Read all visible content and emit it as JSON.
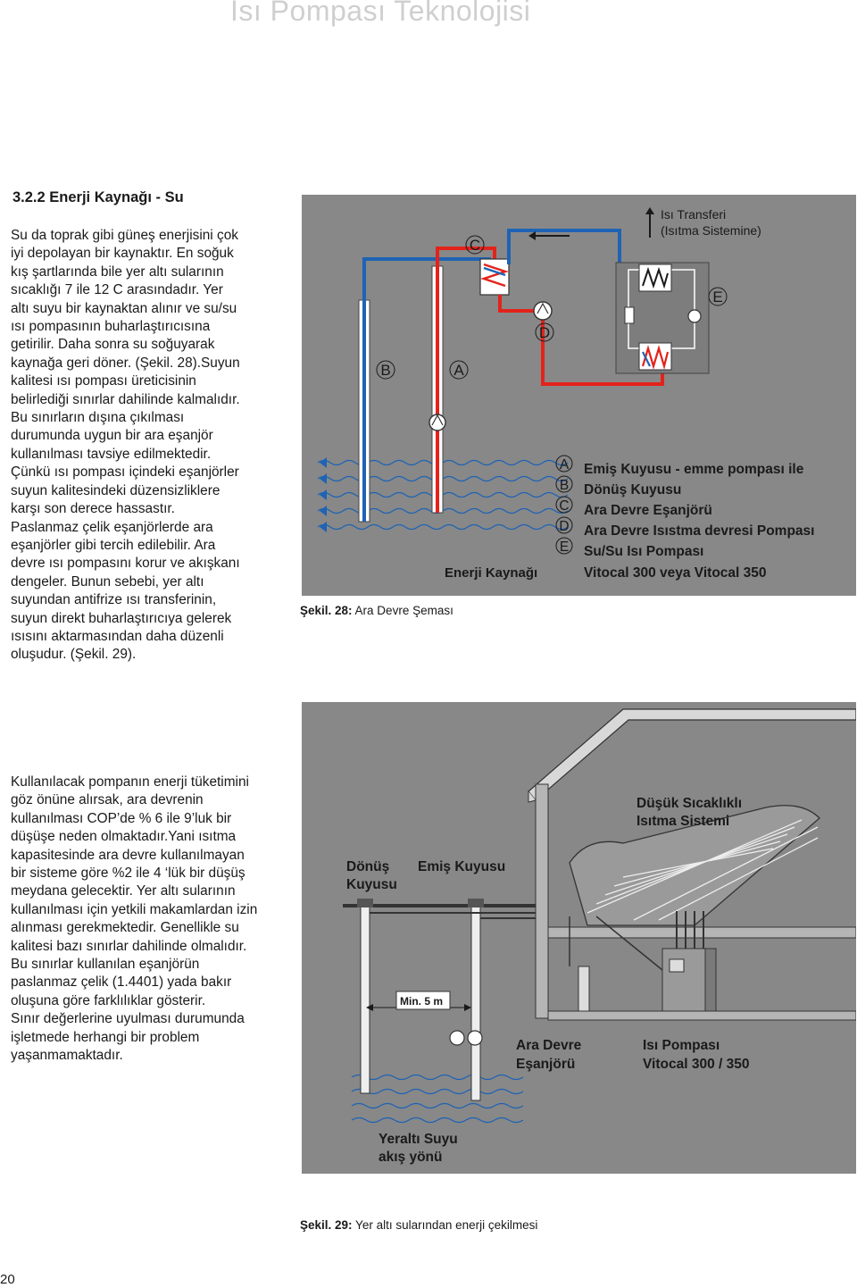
{
  "header": {
    "title": "Isı Pompası Teknolojisi"
  },
  "section": {
    "title": "3.2.2  Enerji Kaynağı - Su"
  },
  "para1": [
    "Su da toprak gibi güneş enerjisini çok",
    "iyi depolayan bir kaynaktır. En soğuk",
    "kış şartlarında bile yer altı sularının",
    "sıcaklığı  7 ile 12 C arasındadır. Yer",
    "altı suyu bir kaynaktan alınır  ve su/su",
    "ısı pompasının buharlaştırıcısına",
    "getirilir. Daha sonra su soğuyarak",
    "kaynağa geri döner. (Şekil. 28).Suyun",
    "kalitesi ısı pompası üreticisinin",
    "belirlediği sınırlar dahilinde kalmalıdır.",
    "Bu sınırların dışına çıkılması",
    "durumunda uygun bir ara eşanjör",
    "kullanılması tavsiye edilmektedir.",
    "Çünkü ısı pompası içindeki eşanjörler",
    "suyun kalitesindeki düzensizliklere",
    "karşı son derece hassastır.",
    "Paslanmaz çelik eşanjörlerde ara",
    "eşanjörler gibi tercih edilebilir. Ara",
    "devre ısı pompasını korur ve akışkanı",
    "dengeler. Bunun sebebi, yer altı",
    "suyundan antifrize ısı transferinin,",
    "suyun direkt buharlaştırıcıya gelerek",
    "ısısını aktarmasından daha düzenli",
    "oluşudur. (Şekil. 29)."
  ],
  "para2": [
    "Kullanılacak pompanın enerji tüketimini",
    "göz önüne alırsak, ara devrenin",
    "kullanılması COP’de % 6 ile  9’luk bir",
    "düşüşe neden olmaktadır.Yani ısıtma",
    "kapasitesinde ara devre kullanılmayan",
    "bir sisteme göre %2 ile 4 ‘lük bir düşüş",
    "meydana gelecektir. Yer altı sularının",
    "kullanılması için yetkili makamlardan izin",
    "alınması gerekmektedir. Genellikle su",
    "kalitesi bazı sınırlar dahilinde olmalıdır.",
    "Bu sınırlar kullanılan eşanjörün",
    "paslanmaz çelik (1.4401)  yada bakır",
    "oluşuna göre farklılıklar gösterir.",
    "Sınır değerlerine uyulması durumunda",
    "işletmede herhangi bir problem",
    "yaşanmamaktadır."
  ],
  "fig28": {
    "caption_label": "Şekil. 28:",
    "caption_text": " Ara Devre Şeması",
    "heat_transfer_1": "Isı Transferi",
    "heat_transfer_2": "(Isıtma Sistemine)",
    "letter_a": "A",
    "letter_b": "B",
    "letter_c": "C",
    "letter_d": "D",
    "letter_e": "E",
    "energy_source": "Enerji Kaynağı",
    "legend": [
      {
        "key": "A",
        "text": "Emiş Kuyusu - emme pompası ile"
      },
      {
        "key": "B",
        "text": "Dönüş Kuyusu"
      },
      {
        "key": "C",
        "text": "Ara Devre Eşanjörü"
      },
      {
        "key": "D",
        "text": "Ara Devre Isıstma devresi Pompası"
      },
      {
        "key": "E",
        "text": "Su/Su Isı Pompası"
      },
      {
        "key": "",
        "text": "Vitocal 300 veya Vitocal 350"
      }
    ]
  },
  "fig29": {
    "caption_label": "Şekil. 29:",
    "caption_text": " Yer altı sularından enerji çekilmesi",
    "low_temp_1": "Düşük Sıcaklıklı",
    "low_temp_2": "Isıtma Sistemi",
    "return_well_1": "Dönüş",
    "return_well_2": "Kuyusu",
    "suction_well": "Emiş Kuyusu",
    "min_distance": "Min. 5 m",
    "intermediate_1": "Ara Devre",
    "intermediate_2": "Eşanjörü",
    "heat_pump_1": "Isı Pompası",
    "heat_pump_2": "Vitocal 300 /  350",
    "groundwater_1": "Yeraltı Suyu",
    "groundwater_2": "akış yönü"
  },
  "page_number": "20",
  "colors": {
    "red": "#e3231b",
    "blue": "#1e63b4",
    "panel": "#888888"
  }
}
